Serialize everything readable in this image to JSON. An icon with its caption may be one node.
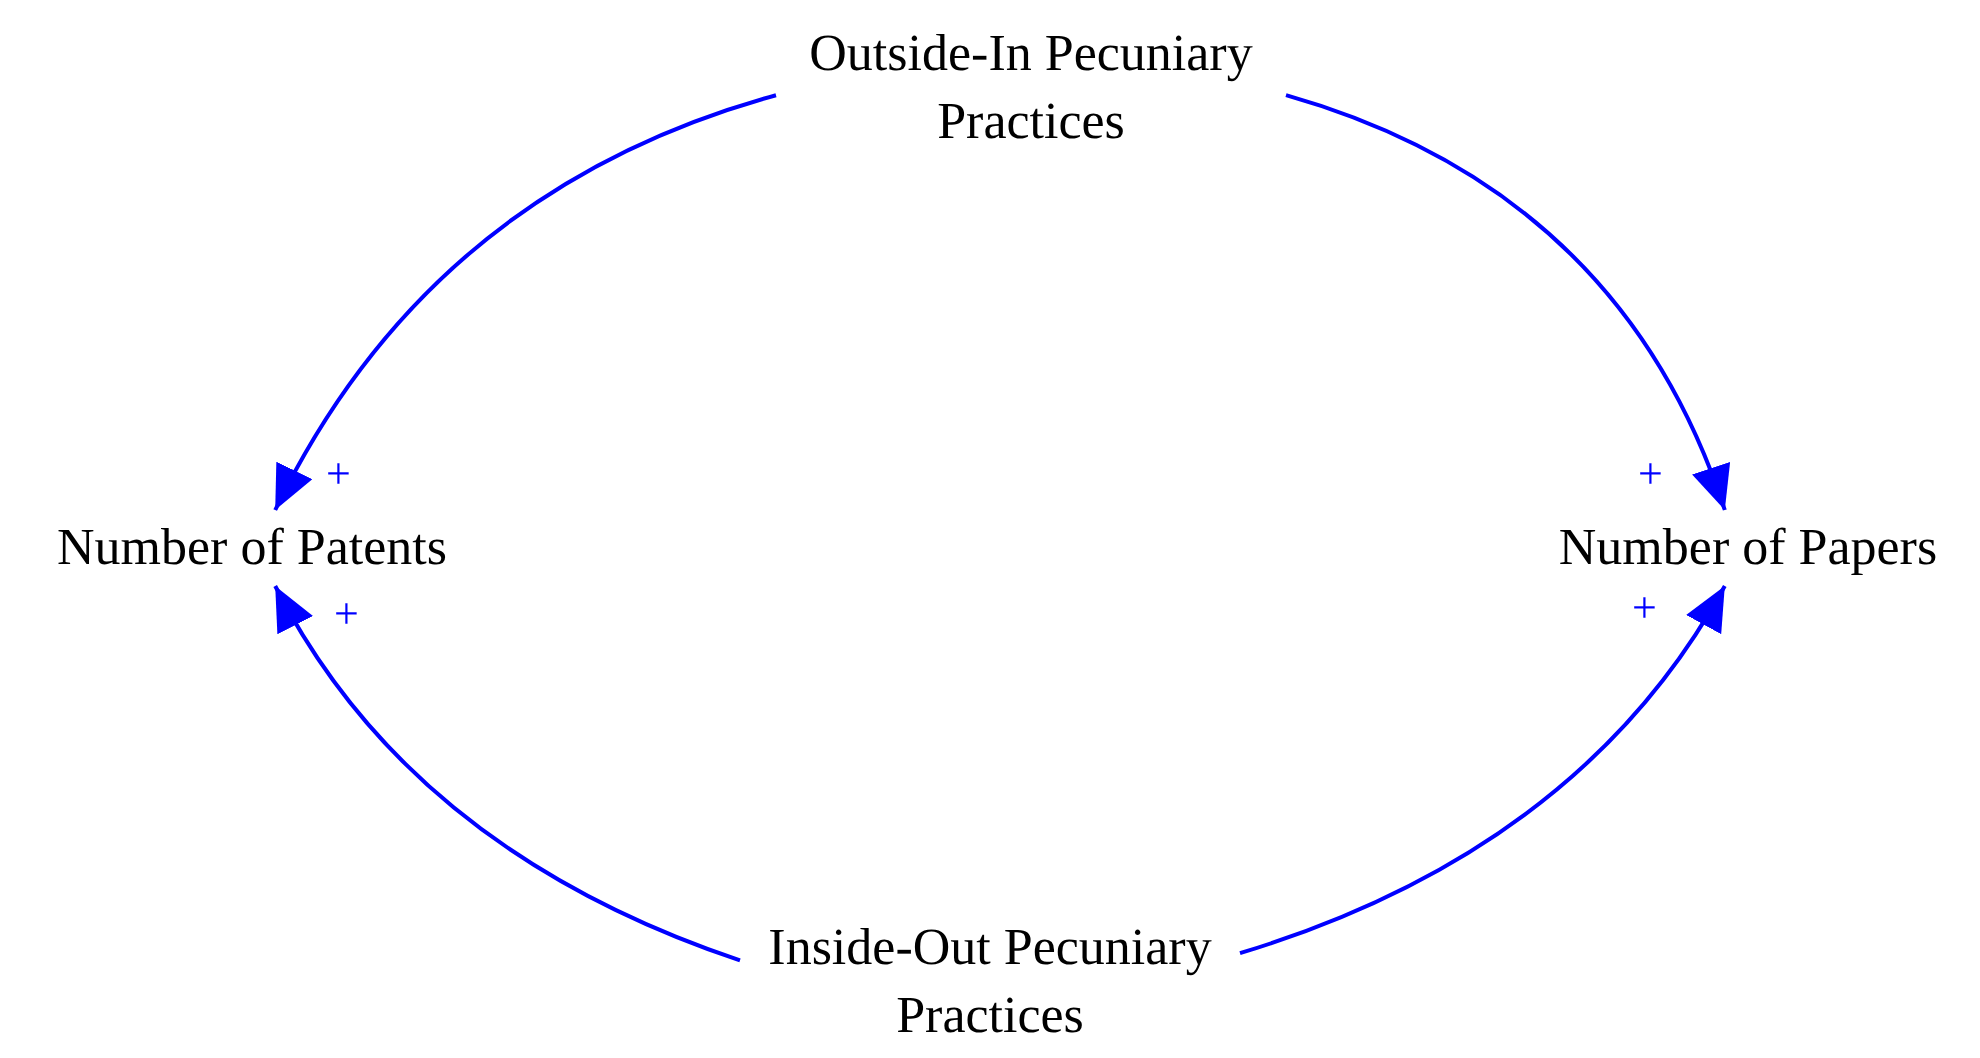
{
  "diagram": {
    "nodes": [
      {
        "text": [
          "Outside-In Pecuniary Practices"
        ]
      },
      {
        "text": [
          "Number of Patents"
        ]
      },
      {
        "text": [
          "Number of Papers"
        ]
      },
      {
        "text": [
          "Inside-Out Pecuniary Practices"
        ]
      }
    ],
    "edges": [
      {
        "from": 0,
        "to": 1,
        "arrow": "to",
        "label": "+"
      },
      {
        "from": 0,
        "to": 2,
        "arrow": "to",
        "label": "+"
      },
      {
        "from": 3,
        "to": 1,
        "arrow": "to",
        "label": "+"
      },
      {
        "from": 3,
        "to": 2,
        "arrow": "to",
        "label": "+"
      }
    ]
  }
}
